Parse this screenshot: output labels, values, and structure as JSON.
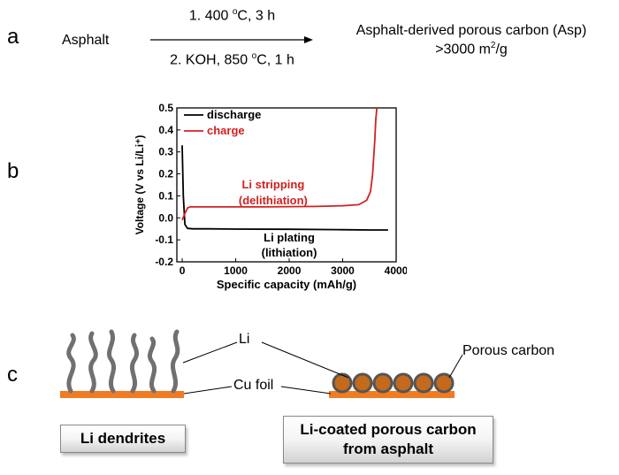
{
  "panel_a": {
    "letter": "a",
    "reactant": "Asphalt",
    "step1": {
      "prefix": "1. 400 ",
      "sup": "o",
      "suffix": "C, 3 h"
    },
    "step2": {
      "prefix": "2. KOH, 850 ",
      "sup": "o",
      "suffix": "C, 1 h"
    },
    "product_line1": "Asphalt-derived porous carbon (Asp)",
    "product_line2": {
      "prefix": ">3000 m",
      "sup": "2",
      "suffix": "/g"
    }
  },
  "panel_b": {
    "letter": "b",
    "annotations": {
      "stripping_line1": "Li stripping",
      "stripping_line2": "(delithiation)",
      "plating_line1": "Li plating",
      "plating_line2": "(lithiation)"
    }
  },
  "panel_c": {
    "letter": "c",
    "li_label": "Li",
    "cu_label": "Cu foil",
    "porous_label": "Porous carbon",
    "box_left": "Li dendrites",
    "box_right_line1": "Li-coated porous carbon",
    "box_right_line2": "from asphalt"
  },
  "colors": {
    "discharge": "#000000",
    "charge": "#d42020",
    "cu_foil": "#f07b22",
    "carbon_fill": "#c46a1c",
    "carbon_outline": "#555555",
    "dendrite": "#707070"
  },
  "chart_data": {
    "type": "line",
    "xlabel": "Specific capacity (mAh/g)",
    "ylabel": "Voltage (V vs Li/Li⁺)",
    "xlim": [
      -100,
      4000
    ],
    "ylim": [
      -0.2,
      0.5
    ],
    "xticks": [
      0,
      1000,
      2000,
      3000,
      4000
    ],
    "yticks": [
      -0.2,
      -0.1,
      0.0,
      0.1,
      0.2,
      0.3,
      0.4,
      0.5
    ],
    "x_tick_labels": [
      "0",
      "1000",
      "2000",
      "3000",
      "4000"
    ],
    "y_tick_labels": [
      "-0.2",
      "-0.1",
      "0.0",
      "0.1",
      "0.2",
      "0.3",
      "0.4",
      "0.5"
    ],
    "legend_position": "top-left",
    "series": [
      {
        "name": "discharge",
        "color": "#000000",
        "x": [
          0,
          20,
          50,
          100,
          200,
          500,
          1000,
          2000,
          3000,
          3500,
          3850
        ],
        "y": [
          0.33,
          0.1,
          -0.03,
          -0.048,
          -0.05,
          -0.05,
          -0.051,
          -0.052,
          -0.054,
          -0.055,
          -0.055
        ]
      },
      {
        "name": "charge",
        "color": "#d42020",
        "x": [
          0,
          50,
          100,
          150,
          300,
          600,
          1000,
          1500,
          2000,
          2500,
          3000,
          3300,
          3450,
          3520,
          3560,
          3600,
          3620,
          3640
        ],
        "y": [
          -0.01,
          0.02,
          0.045,
          0.05,
          0.05,
          0.05,
          0.05,
          0.05,
          0.051,
          0.052,
          0.055,
          0.06,
          0.08,
          0.12,
          0.2,
          0.35,
          0.45,
          0.5
        ]
      }
    ]
  }
}
